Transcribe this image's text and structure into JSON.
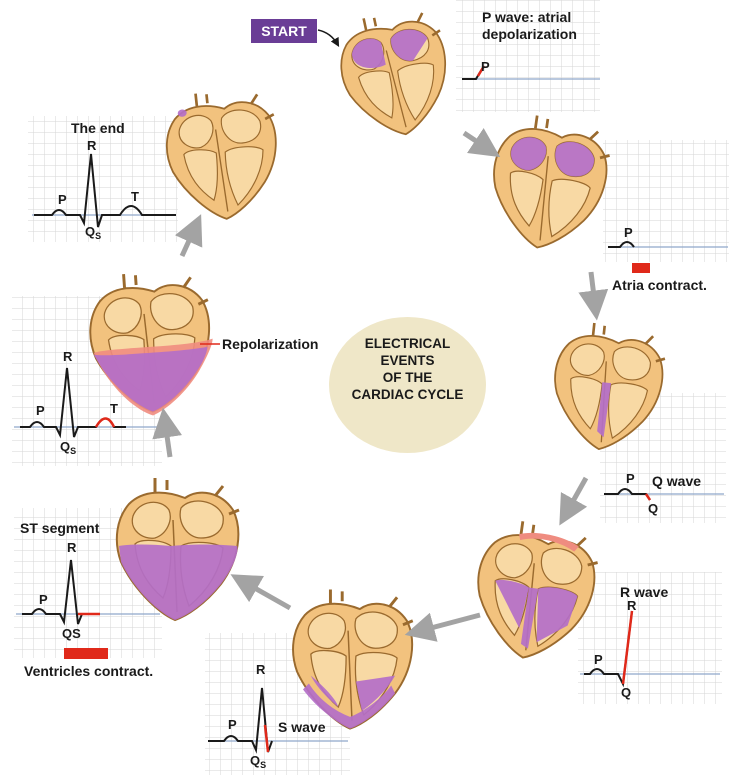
{
  "start_label": "START",
  "center_title": "ELECTRICAL\nEVENTS\nOF THE\nCARDIAC CYCLE",
  "labels": {
    "p_wave": "P wave: atrial\ndepolarization",
    "atria_contract": "Atria contract.",
    "q_wave": "Q wave",
    "r_wave": "R wave",
    "s_wave": "S wave",
    "st_segment": "ST segment",
    "ventricles_contract": "Ventricles contract.",
    "repolarization": "Repolarization",
    "the_end": "The end"
  },
  "ecg_letters": {
    "p": "P",
    "q": "Q",
    "r": "R",
    "s": "S",
    "t": "T",
    "qs": "QS"
  },
  "colors": {
    "heart_fill": "#f2c27e",
    "heart_outline": "#9a6a2e",
    "purple": "#b46fc8",
    "pink": "#ef8c80",
    "grid_line": "#d5d5d5",
    "baseline": "#8fa6c9",
    "trace": "#1a1a1a",
    "highlight": "#e0291a",
    "arrow": "#a3a3a3",
    "start_bg": "#6a3d96",
    "center_circle": "#efe7c8"
  }
}
